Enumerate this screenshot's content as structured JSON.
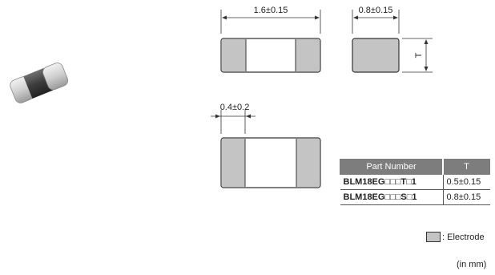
{
  "dimensions": {
    "length": "1.6±0.15",
    "width": "0.8±0.15",
    "thickness_symbol": "T",
    "electrode": "0.4±0.2"
  },
  "table": {
    "headers": [
      "Part Number",
      "T"
    ],
    "rows": [
      {
        "part": "BLM18EG□□□T□1",
        "t": "0.5±0.15"
      },
      {
        "part": "BLM18EG□□□S□1",
        "t": "0.8±0.15"
      }
    ]
  },
  "legend": {
    "label": ": Electrode"
  },
  "unit_note": "(in mm)",
  "colors": {
    "electrode": "#c4c4c4",
    "outline": "#333333",
    "header": "#7d7d7d",
    "body": "#3c3c3c"
  }
}
